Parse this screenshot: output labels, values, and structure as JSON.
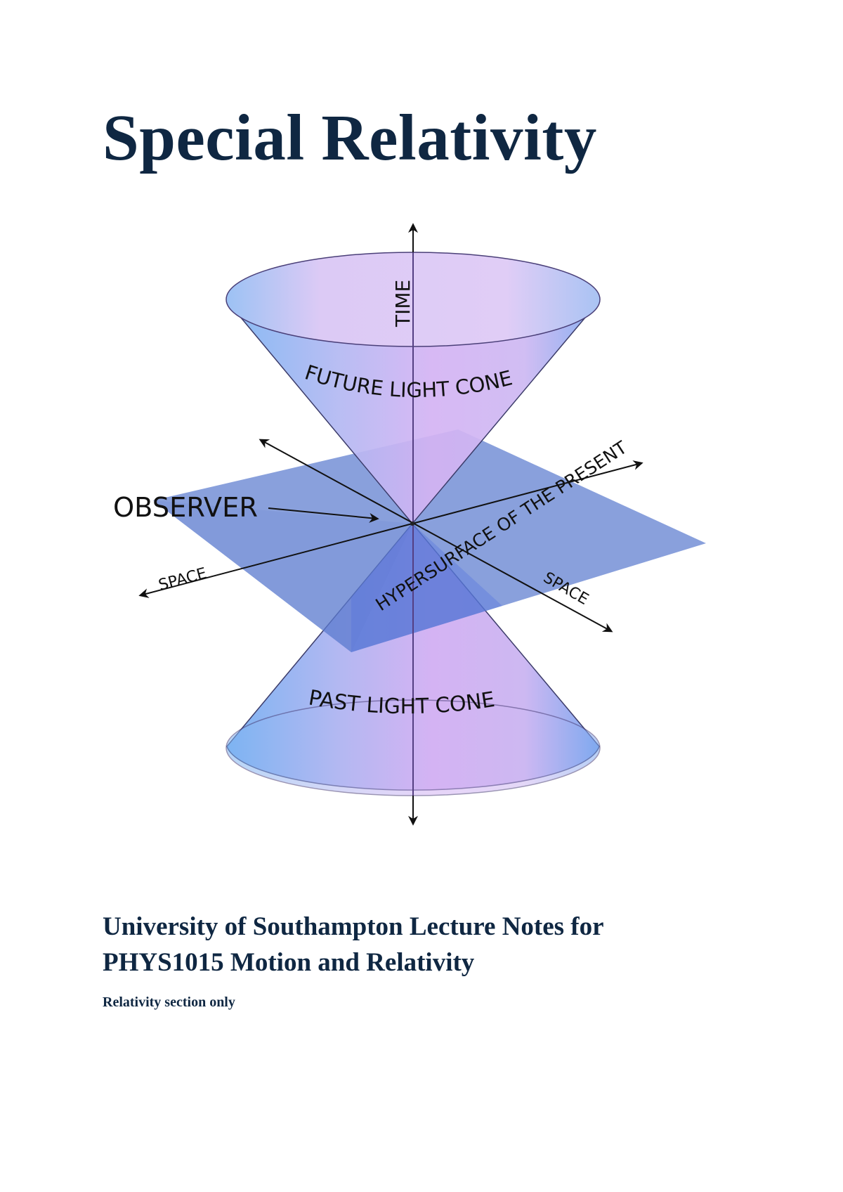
{
  "document": {
    "title": "Special Relativity",
    "subtitle_lines": [
      "University of Southampton Lecture Notes for",
      "PHYS1015 Motion and Relativity"
    ],
    "note": "Relativity section only"
  },
  "figure": {
    "description": "Light cone diagram",
    "labels": {
      "time": "TIME",
      "future_cone": "FUTURE LIGHT CONE",
      "past_cone": "PAST LIGHT CONE",
      "observer": "OBSERVER",
      "hypersurface": "HYPERSURFACE OF THE PRESENT",
      "space_left": "SPACE",
      "space_right": "SPACE"
    },
    "colors": {
      "cone_edge": "#7fb2f0",
      "cone_center": "#d8b6f4",
      "plane": "#5e7fd0",
      "text": "#0f2742"
    }
  }
}
